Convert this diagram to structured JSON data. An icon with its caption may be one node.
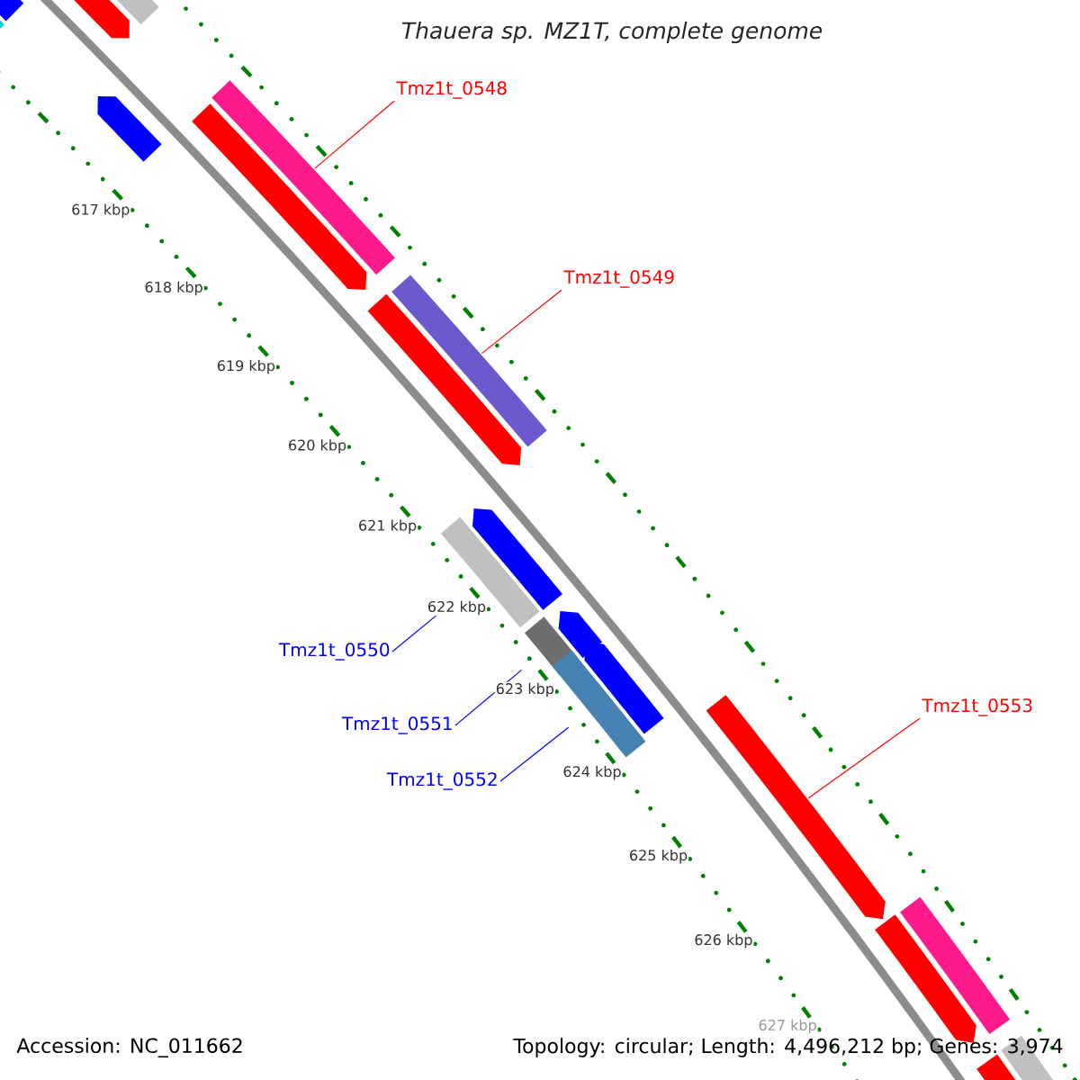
{
  "diagram": {
    "title": "Thauera sp. MZ1T, complete genome",
    "nodes": [
      {
        "text": [
          "Tmz1t_0548"
        ]
      },
      {
        "text": [
          "Tmz1t_0549"
        ]
      },
      {
        "text": [
          "Tmz1t_0550"
        ]
      },
      {
        "text": [
          "Tmz1t_0551"
        ]
      },
      {
        "text": [
          "Tmz1t_0552"
        ]
      },
      {
        "text": [
          "Tmz1t_0553"
        ]
      },
      {
        "text": [],
        "shape": "arrow"
      },
      {
        "text": [],
        "shape": "bar"
      },
      {
        "text": [],
        "shape": "arrow"
      },
      {
        "text": [],
        "shape": "bar"
      },
      {
        "text": [],
        "shape": "arrow"
      },
      {
        "text": [],
        "shape": "bar"
      },
      {
        "text": [],
        "shape": "arrow"
      },
      {
        "text": [],
        "shape": "bar"
      },
      {
        "text": [],
        "shape": "arrow"
      },
      {
        "text": [],
        "shape": "arrow"
      },
      {
        "text": [],
        "shape": "bar"
      },
      {
        "text": [],
        "shape": "arrow"
      },
      {
        "text": [],
        "shape": "bar"
      },
      {
        "text": [],
        "shape": "arrow"
      },
      {
        "text": [],
        "shape": "bar"
      },
      {
        "text": [],
        "shape": "arrow"
      },
      {
        "text": [],
        "shape": "arrow"
      },
      {
        "text": [],
        "shape": "bar"
      },
      {
        "text": [],
        "shape": "bar"
      },
      {
        "text": [],
        "shape": "arrow"
      }
    ],
    "edges": [
      {
        "from": 0,
        "to": 11,
        "arrow": "none"
      },
      {
        "from": 1,
        "to": 13,
        "arrow": "none"
      },
      {
        "from": 2,
        "to": 16,
        "arrow": "none",
        "color": "#0000ff"
      },
      {
        "from": 3,
        "to": 18,
        "arrow": "none",
        "color": "#0000ff"
      },
      {
        "from": 4,
        "to": 20,
        "arrow": "none",
        "color": "#0000ff"
      },
      {
        "from": 5,
        "to": 21,
        "arrow": "none"
      }
    ],
    "labels": [
      "617 kbp",
      "618 kbp",
      "619 kbp",
      "620 kbp",
      "621 kbp",
      "622 kbp",
      "623 kbp",
      "624 kbp",
      "625 kbp",
      "626 kbp",
      "627 kbp",
      "Accession: NC_011662",
      "Topology: circular; Length: 4,496,212 bp; Genes: 3,974"
    ]
  }
}
